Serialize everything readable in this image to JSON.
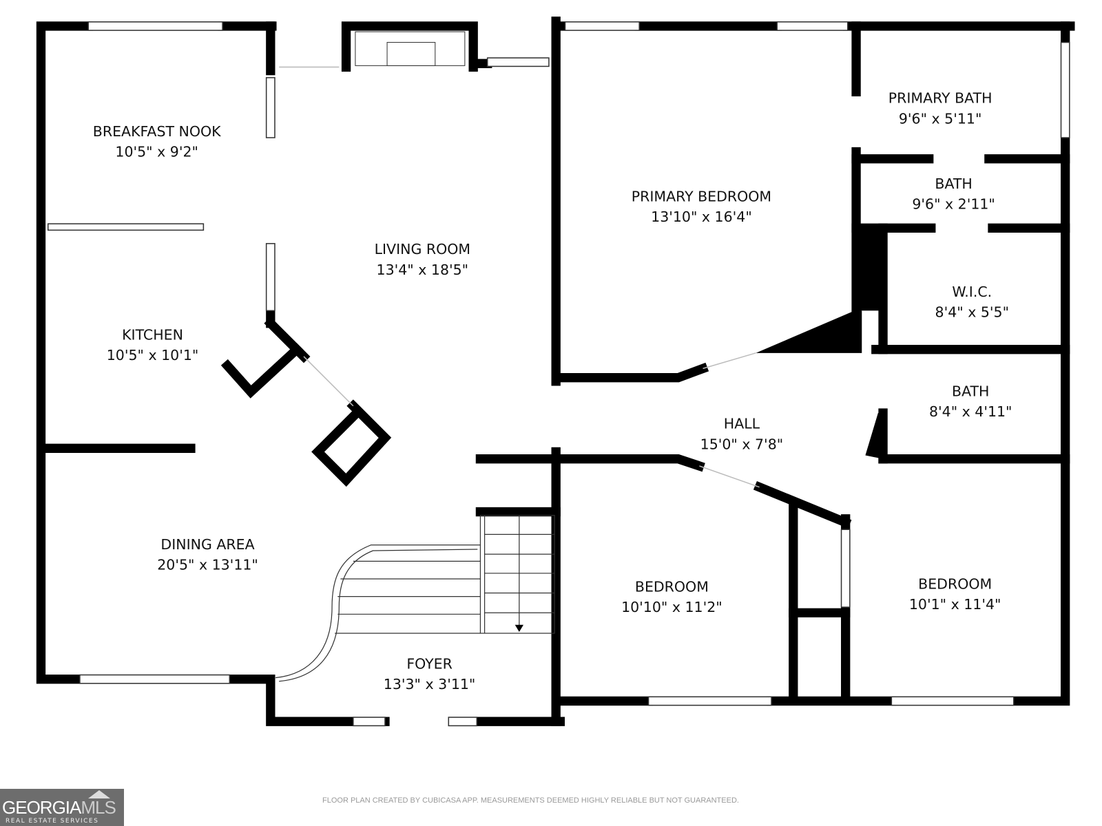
{
  "rooms": [
    {
      "name": "BREAKFAST NOOK",
      "size": "10'5\" x 9'2\""
    },
    {
      "name": "KITCHEN",
      "size": "10'5\" x 10'1\""
    },
    {
      "name": "DINING AREA",
      "size": "20'5\" x 13'11\""
    },
    {
      "name": "LIVING ROOM",
      "size": "13'4\" x 18'5\""
    },
    {
      "name": "FOYER",
      "size": "13'3\" x 3'11\""
    },
    {
      "name": "PRIMARY BEDROOM",
      "size": "13'10\" x 16'4\""
    },
    {
      "name": "PRIMARY BATH",
      "size": "9'6\" x 5'11\""
    },
    {
      "name": "BATH",
      "size": "9'6\" x 2'11\""
    },
    {
      "name": "W.I.C.",
      "size": "8'4\" x 5'5\""
    },
    {
      "name": "HALL",
      "size": "15'0\" x 7'8\""
    },
    {
      "name": "BATH",
      "size": "8'4\" x 4'11\""
    },
    {
      "name": "BEDROOM",
      "size": "10'10\" x 11'2\""
    },
    {
      "name": "BEDROOM",
      "size": "10'1\" x 11'4\""
    }
  ],
  "footer": {
    "disclaimer": "FLOOR PLAN CREATED BY CUBICASA APP. MEASUREMENTS DEEMED HIGHLY RELIABLE BUT NOT GUARANTEED.",
    "logo_main": "GEORGIA",
    "logo_accent": "MLS",
    "logo_sub": "REAL ESTATE SERVICES"
  }
}
